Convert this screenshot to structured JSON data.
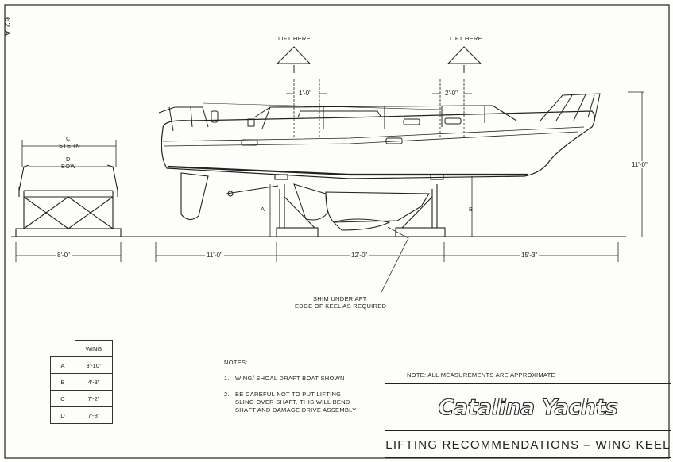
{
  "page_number": "62 A",
  "lift_labels": [
    "LIFT HERE",
    "LIFT HERE"
  ],
  "dimensions": {
    "sling_fwd_offset": "1'-0\"",
    "sling_aft_offset": "2'-0\"",
    "height": "11'-0\"",
    "cradle_width": "8'-0\"",
    "span_1": "11'-0\"",
    "span_2": "12'-0\"",
    "span_3": "15'-3\"",
    "stern_letter": "C",
    "stern_label": "STERN",
    "bow_letter": "D",
    "bow_label": "BOW",
    "stand_a": "A",
    "stand_b": "B"
  },
  "shim_note": [
    "SHIM UNDER AFT",
    "EDGE OF KEEL AS REQUIRED"
  ],
  "table": {
    "header": "WING",
    "rows": [
      {
        "key": "A",
        "value": "3'-10\""
      },
      {
        "key": "B",
        "value": "4'-3\""
      },
      {
        "key": "C",
        "value": "7'-2\""
      },
      {
        "key": "D",
        "value": "7'-8\""
      }
    ]
  },
  "notes": {
    "title": "NOTES:",
    "items": [
      {
        "num": "1.",
        "lines": [
          "WING/ SHOAL DRAFT BOAT SHOWN"
        ]
      },
      {
        "num": "2.",
        "lines": [
          "BE CAREFUL NOT TO PUT LIFTING",
          "SLING OVER SHAFT. THIS WILL BEND",
          "SHAFT AND DAMAGE DRIVE ASSEMBLY"
        ]
      }
    ]
  },
  "approx_note": "NOTE: ALL MEASUREMENTS ARE APPROXIMATE",
  "logo_text": "Catalina Yachts",
  "drawing_title": "LIFTING RECOMMENDATIONS  –  WING KEEL"
}
